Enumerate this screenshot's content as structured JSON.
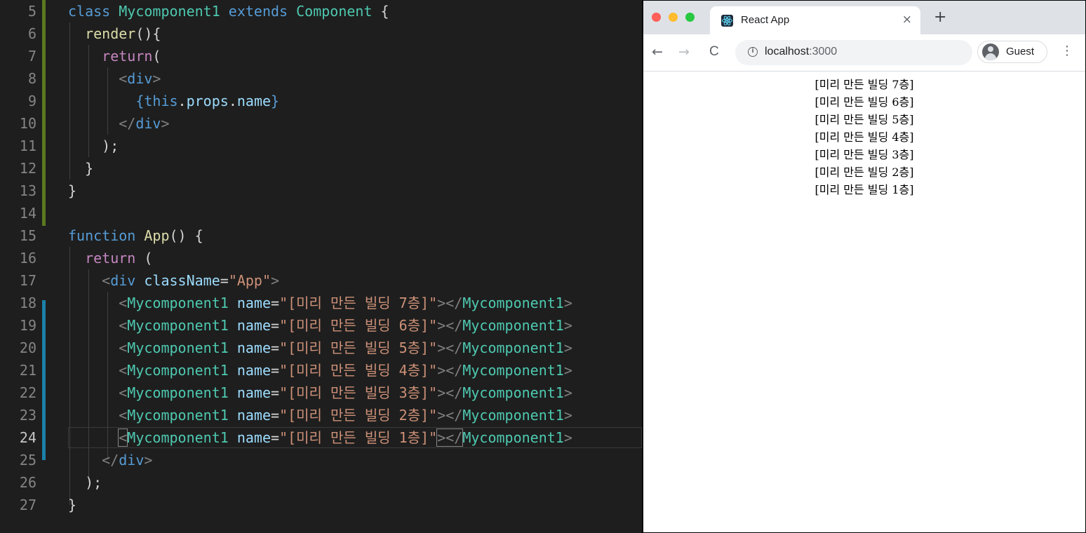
{
  "editor": {
    "lines": [
      {
        "num": "5",
        "tokens": [
          [
            "t-kw",
            "class "
          ],
          [
            "t-cls",
            "Mycomponent1 "
          ],
          [
            "t-kw",
            "extends "
          ],
          [
            "t-cls",
            "Component "
          ],
          [
            "t-plain",
            "{"
          ]
        ]
      },
      {
        "num": "6",
        "tokens": [
          [
            "t-plain",
            "  "
          ],
          [
            "t-fn",
            "render"
          ],
          [
            "t-plain",
            "(){"
          ]
        ]
      },
      {
        "num": "7",
        "tokens": [
          [
            "t-plain",
            "    "
          ],
          [
            "t-ret",
            "return"
          ],
          [
            "t-plain",
            "("
          ]
        ]
      },
      {
        "num": "8",
        "tokens": [
          [
            "t-plain",
            "      "
          ],
          [
            "t-punc",
            "<"
          ],
          [
            "t-tag",
            "div"
          ],
          [
            "t-punc",
            ">"
          ]
        ]
      },
      {
        "num": "9",
        "tokens": [
          [
            "t-plain",
            "        "
          ],
          [
            "t-kw",
            "{"
          ],
          [
            "t-kw",
            "this"
          ],
          [
            "t-plain",
            "."
          ],
          [
            "t-var",
            "props"
          ],
          [
            "t-plain",
            "."
          ],
          [
            "t-var",
            "name"
          ],
          [
            "t-kw",
            "}"
          ]
        ]
      },
      {
        "num": "10",
        "tokens": [
          [
            "t-plain",
            "      "
          ],
          [
            "t-punc",
            "</"
          ],
          [
            "t-tag",
            "div"
          ],
          [
            "t-punc",
            ">"
          ]
        ]
      },
      {
        "num": "11",
        "tokens": [
          [
            "t-plain",
            "    );"
          ]
        ]
      },
      {
        "num": "12",
        "tokens": [
          [
            "t-plain",
            "  }"
          ]
        ]
      },
      {
        "num": "13",
        "tokens": [
          [
            "t-plain",
            "}"
          ]
        ]
      },
      {
        "num": "14",
        "tokens": []
      },
      {
        "num": "15",
        "tokens": [
          [
            "t-kw",
            "function "
          ],
          [
            "t-fn",
            "App"
          ],
          [
            "t-plain",
            "() {"
          ]
        ]
      },
      {
        "num": "16",
        "tokens": [
          [
            "t-plain",
            "  "
          ],
          [
            "t-ret",
            "return"
          ],
          [
            "t-plain",
            " ("
          ]
        ]
      },
      {
        "num": "17",
        "tokens": [
          [
            "t-plain",
            "    "
          ],
          [
            "t-punc",
            "<"
          ],
          [
            "t-tag",
            "div "
          ],
          [
            "t-var",
            "className"
          ],
          [
            "t-plain",
            "="
          ],
          [
            "t-str",
            "\"App\""
          ],
          [
            "t-punc",
            ">"
          ]
        ]
      },
      {
        "num": "18",
        "tokens": [
          [
            "t-plain",
            "      "
          ],
          [
            "t-punc",
            "<"
          ],
          [
            "t-cls",
            "Mycomponent1 "
          ],
          [
            "t-var",
            "name"
          ],
          [
            "t-plain",
            "="
          ],
          [
            "t-str",
            "\"[미리 만든 빌딩 7층]\""
          ],
          [
            "t-punc",
            "></"
          ],
          [
            "t-cls",
            "Mycomponent1"
          ],
          [
            "t-punc",
            ">"
          ]
        ]
      },
      {
        "num": "19",
        "tokens": [
          [
            "t-plain",
            "      "
          ],
          [
            "t-punc",
            "<"
          ],
          [
            "t-cls",
            "Mycomponent1 "
          ],
          [
            "t-var",
            "name"
          ],
          [
            "t-plain",
            "="
          ],
          [
            "t-str",
            "\"[미리 만든 빌딩 6층]\""
          ],
          [
            "t-punc",
            "></"
          ],
          [
            "t-cls",
            "Mycomponent1"
          ],
          [
            "t-punc",
            ">"
          ]
        ]
      },
      {
        "num": "20",
        "tokens": [
          [
            "t-plain",
            "      "
          ],
          [
            "t-punc",
            "<"
          ],
          [
            "t-cls",
            "Mycomponent1 "
          ],
          [
            "t-var",
            "name"
          ],
          [
            "t-plain",
            "="
          ],
          [
            "t-str",
            "\"[미리 만든 빌딩 5층]\""
          ],
          [
            "t-punc",
            "></"
          ],
          [
            "t-cls",
            "Mycomponent1"
          ],
          [
            "t-punc",
            ">"
          ]
        ]
      },
      {
        "num": "21",
        "tokens": [
          [
            "t-plain",
            "      "
          ],
          [
            "t-punc",
            "<"
          ],
          [
            "t-cls",
            "Mycomponent1 "
          ],
          [
            "t-var",
            "name"
          ],
          [
            "t-plain",
            "="
          ],
          [
            "t-str",
            "\"[미리 만든 빌딩 4층]\""
          ],
          [
            "t-punc",
            "></"
          ],
          [
            "t-cls",
            "Mycomponent1"
          ],
          [
            "t-punc",
            ">"
          ]
        ]
      },
      {
        "num": "22",
        "tokens": [
          [
            "t-plain",
            "      "
          ],
          [
            "t-punc",
            "<"
          ],
          [
            "t-cls",
            "Mycomponent1 "
          ],
          [
            "t-var",
            "name"
          ],
          [
            "t-plain",
            "="
          ],
          [
            "t-str",
            "\"[미리 만든 빌딩 3층]\""
          ],
          [
            "t-punc",
            "></"
          ],
          [
            "t-cls",
            "Mycomponent1"
          ],
          [
            "t-punc",
            ">"
          ]
        ]
      },
      {
        "num": "23",
        "tokens": [
          [
            "t-plain",
            "      "
          ],
          [
            "t-punc",
            "<"
          ],
          [
            "t-cls",
            "Mycomponent1 "
          ],
          [
            "t-var",
            "name"
          ],
          [
            "t-plain",
            "="
          ],
          [
            "t-str",
            "\"[미리 만든 빌딩 2층]\""
          ],
          [
            "t-punc",
            "></"
          ],
          [
            "t-cls",
            "Mycomponent1"
          ],
          [
            "t-punc",
            ">"
          ]
        ]
      },
      {
        "num": "24",
        "tokens": [
          [
            "t-plain",
            "      "
          ],
          [
            "t-punc",
            "<"
          ],
          [
            "t-cls",
            "Mycomponent1 "
          ],
          [
            "t-var",
            "name"
          ],
          [
            "t-plain",
            "="
          ],
          [
            "t-str",
            "\"[미리 만든 빌딩 1층]\""
          ],
          [
            "t-punc",
            "></"
          ],
          [
            "t-cls",
            "Mycomponent1"
          ],
          [
            "t-punc",
            ">"
          ]
        ]
      },
      {
        "num": "25",
        "tokens": [
          [
            "t-plain",
            "    "
          ],
          [
            "t-punc",
            "</"
          ],
          [
            "t-tag",
            "div"
          ],
          [
            "t-punc",
            ">"
          ]
        ]
      },
      {
        "num": "26",
        "tokens": [
          [
            "t-plain",
            "  );"
          ]
        ]
      },
      {
        "num": "27",
        "tokens": [
          [
            "t-plain",
            "}"
          ]
        ]
      }
    ],
    "current_line": "24",
    "colors": {
      "background": "#1e1e1e",
      "modified_bar": "#5a7a1f",
      "added_bar": "#1b81a8"
    }
  },
  "browser": {
    "tab_title": "React App",
    "tab_close": "×",
    "new_tab": "+",
    "nav_back": "←",
    "nav_forward": "→",
    "nav_reload": "C",
    "url_host": "localhost",
    "url_port": ":3000",
    "info_icon": "i",
    "profile_label": "Guest",
    "menu": "⋮",
    "traffic_colors": [
      "#ff5f57",
      "#febc2e",
      "#28c840"
    ],
    "page_lines": [
      "[미리 만든 빌딩 7층]",
      "[미리 만든 빌딩 6층]",
      "[미리 만든 빌딩 5층]",
      "[미리 만든 빌딩 4층]",
      "[미리 만든 빌딩 3층]",
      "[미리 만든 빌딩 2층]",
      "[미리 만든 빌딩 1층]"
    ]
  }
}
